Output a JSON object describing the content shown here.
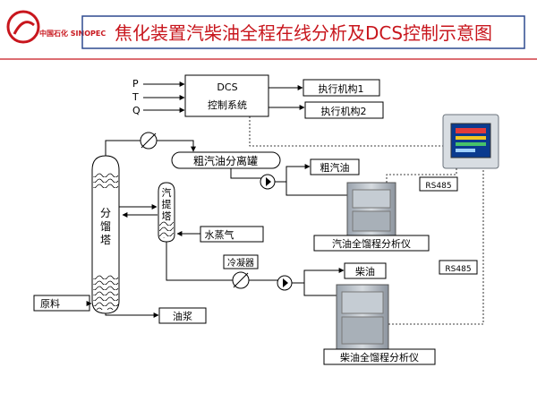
{
  "header": {
    "logo_text": "中国石化 SINOPEC",
    "title": "焦化装置汽柴油全程在线分析及DCS控制示意图"
  },
  "inputs": {
    "p": "P",
    "t": "T",
    "q": "Q"
  },
  "dcs": {
    "line1": "DCS",
    "line2": "控制系统"
  },
  "actuators": {
    "a1": "执行机构1",
    "a2": "执行机构2"
  },
  "separator": {
    "label": "粗汽油分离罐"
  },
  "products": {
    "crude_gasoline": "粗汽油",
    "diesel": "柴油",
    "slurry": "油浆"
  },
  "towers": {
    "fractionator": "分馏塔",
    "stripper": "汽提塔"
  },
  "utilities": {
    "steam": "水蒸气",
    "cooler": "冷凝器"
  },
  "feed": "原料",
  "analyzers": {
    "gasoline": "汽油全馏程分析仪",
    "diesel": "柴油全馏程分析仪"
  },
  "comm": {
    "rs485_top": "RS485",
    "rs485_bottom": "RS485"
  },
  "colors": {
    "title_red": "#c8161d",
    "frame_blue": "#2e4a8f",
    "line": "#000000",
    "monitor_screen": "#0b3b8f"
  }
}
